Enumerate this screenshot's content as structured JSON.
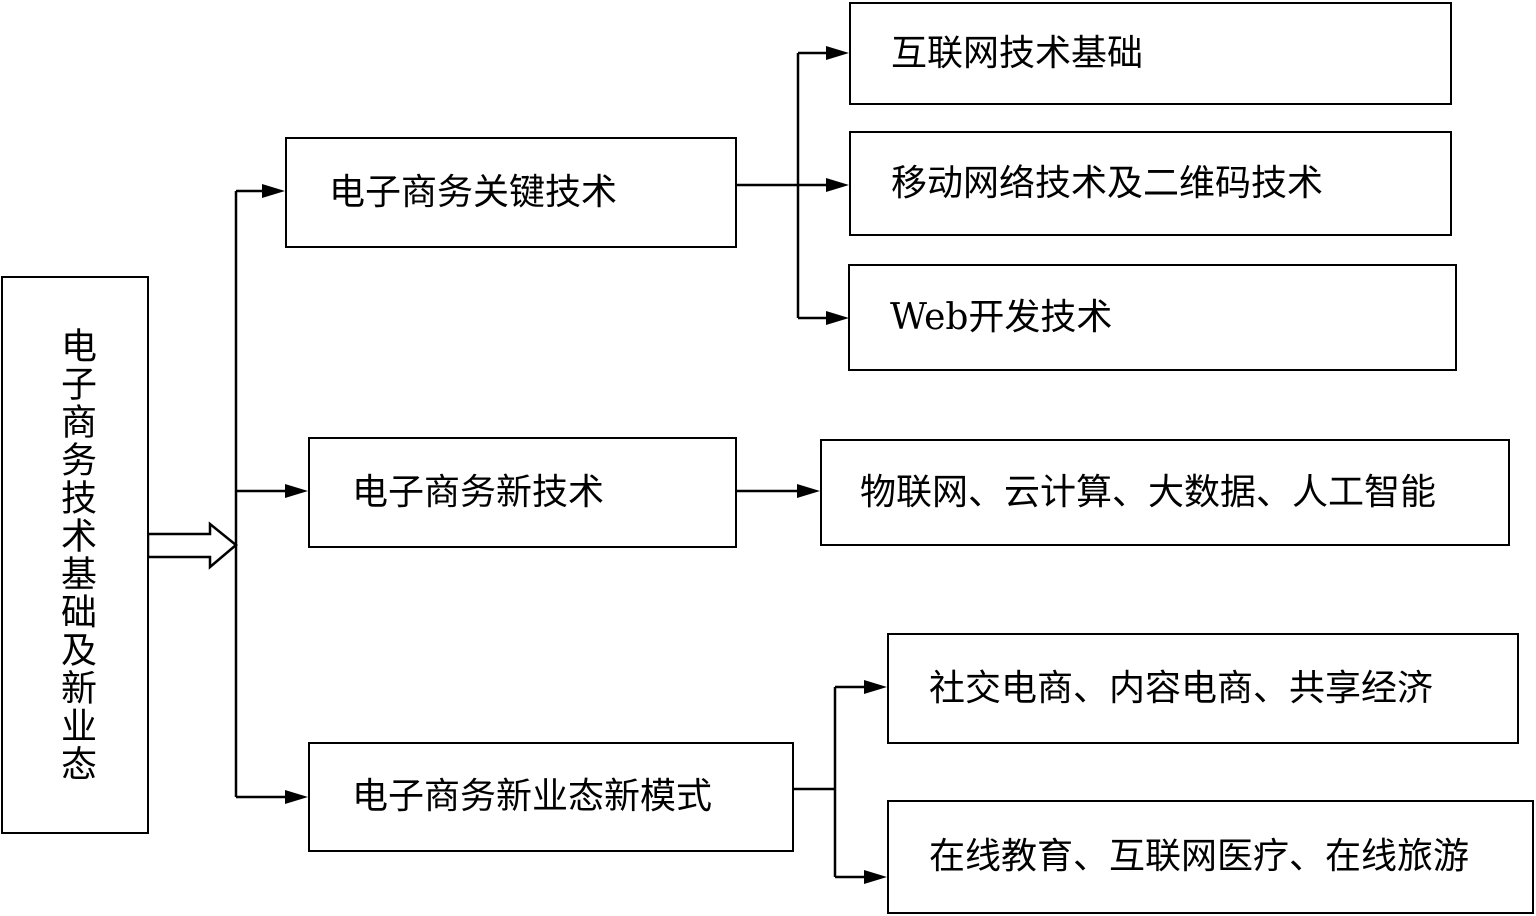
{
  "root": {
    "label": "电子商务技术基础及新业态"
  },
  "branches": [
    {
      "label": "电子商务关键技术",
      "children": [
        "互联网技术基础",
        "移动网络技术及二维码技术",
        "Web开发技术"
      ]
    },
    {
      "label": "电子商务新技术",
      "children": [
        "物联网、云计算、大数据、人工智能"
      ]
    },
    {
      "label": "电子商务新业态新模式",
      "children": [
        "社交电商、内容电商、共享经济",
        "在线教育、互联网医疗、在线旅游"
      ]
    }
  ]
}
